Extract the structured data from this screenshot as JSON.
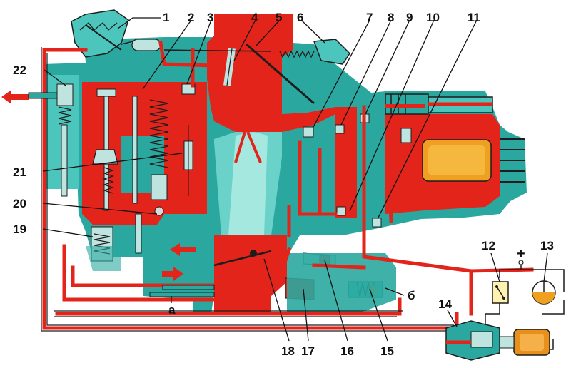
{
  "colors": {
    "fuel_red": "#e3241b",
    "body_teal": "#2aa8a0",
    "body_teal_light": "#4cc6bc",
    "fuel_level_orange": "#f0a020",
    "solenoid_orange": "#e8901c",
    "lamp_yellow": "#fff2b0",
    "outline_dark": "#1d1d1d"
  },
  "callouts": {
    "top": [
      {
        "num": "1"
      },
      {
        "num": "2"
      },
      {
        "num": "3"
      },
      {
        "num": "4"
      },
      {
        "num": "5"
      },
      {
        "num": "6"
      },
      {
        "num": "7"
      },
      {
        "num": "8"
      },
      {
        "num": "9"
      },
      {
        "num": "10"
      },
      {
        "num": "11"
      }
    ],
    "left": [
      {
        "num": "22"
      },
      {
        "num": "21"
      },
      {
        "num": "20"
      },
      {
        "num": "19"
      }
    ],
    "bottom": [
      {
        "num": "18"
      },
      {
        "num": "17"
      },
      {
        "num": "16"
      },
      {
        "num": "15"
      }
    ],
    "circuit": [
      {
        "num": "12"
      },
      {
        "num": "13"
      },
      {
        "num": "14"
      }
    ]
  },
  "letters": {
    "a": "а",
    "b": "б"
  },
  "power_symbol": "+",
  "icons": {
    "air_outlet_left": "arrow-left-icon",
    "vacuum_outlet": "arrow-left-icon",
    "vacuum_inlet": "arrow-right-icon",
    "warning_lamp": "lamp-icon",
    "fuel_gauge": "gauge-icon",
    "solenoid_valve": "solenoid-icon"
  }
}
